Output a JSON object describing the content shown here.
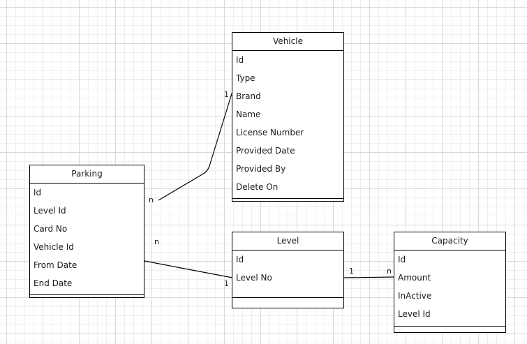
{
  "entities": {
    "vehicle": {
      "title": "Vehicle",
      "fields": [
        "Id",
        "Type",
        "Brand",
        "Name",
        "License Number",
        "Provided Date",
        "Provided By",
        "Delete On"
      ]
    },
    "parking": {
      "title": "Parking",
      "fields": [
        "Id",
        "Level Id",
        "Card No",
        "Vehicle Id",
        "From Date",
        "End Date"
      ]
    },
    "level": {
      "title": "Level",
      "fields": [
        "Id",
        "Level No"
      ]
    },
    "capacity": {
      "title": "Capacity",
      "fields": [
        "Id",
        "Amount",
        "InActive",
        "Level Id"
      ]
    }
  },
  "relationships": [
    {
      "from": "Parking",
      "to": "Vehicle",
      "from_cardinality": "n",
      "to_cardinality": "1"
    },
    {
      "from": "Parking",
      "to": "Level",
      "from_cardinality": "n",
      "to_cardinality": "1"
    },
    {
      "from": "Level",
      "to": "Capacity",
      "from_cardinality": "1",
      "to_cardinality": "n"
    }
  ],
  "colors": {
    "grid_major": "#d9d9d9",
    "grid_minor": "#efefef",
    "stroke": "#000000"
  }
}
